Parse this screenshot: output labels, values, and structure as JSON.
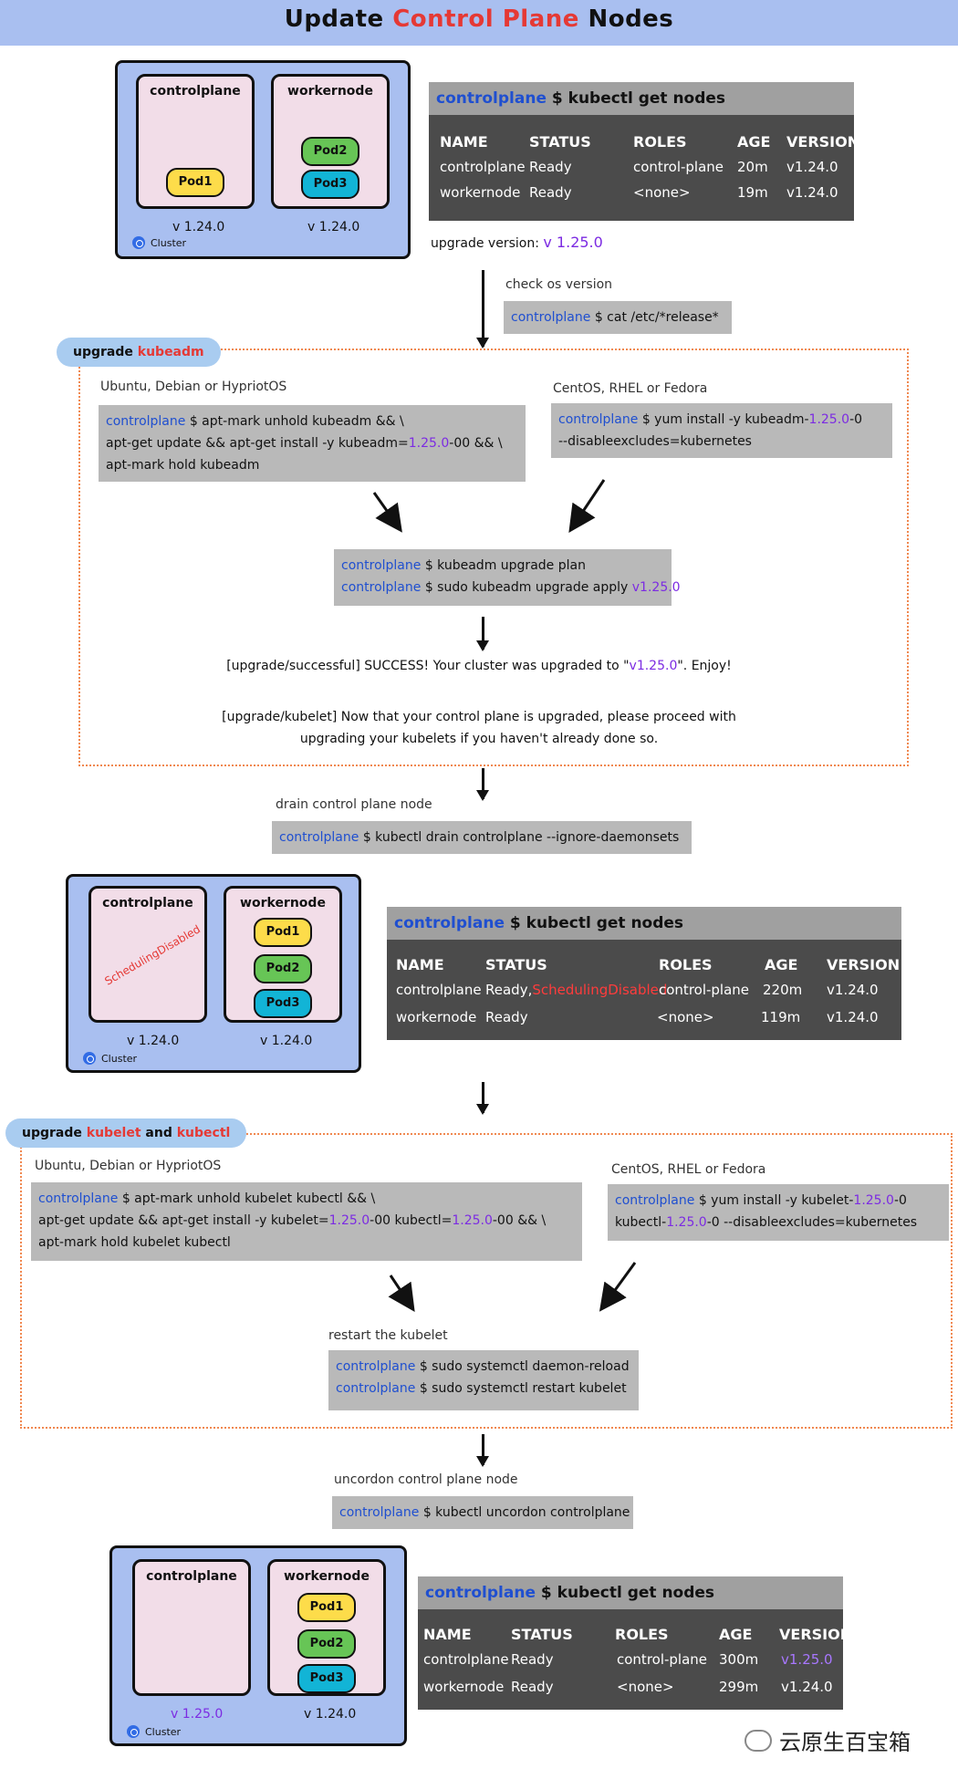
{
  "title": {
    "part1": "Update ",
    "part2": "Control Plane",
    "part3": " Nodes"
  },
  "cluster1": {
    "controlplane": "controlplane",
    "workernode": "workernode",
    "pods_cp": [
      "Pod1"
    ],
    "pods_wn": [
      "Pod2",
      "Pod3"
    ],
    "cp_version": "v 1.24.0",
    "wn_version": "v 1.24.0",
    "cluster_label": "Cluster"
  },
  "table1": {
    "prompt": "controlplane",
    "command": " $ kubectl get nodes",
    "headers": [
      "NAME",
      "STATUS",
      "ROLES",
      "AGE",
      "VERSION"
    ],
    "rows": [
      [
        "controlplane",
        "Ready",
        "control-plane",
        "20m",
        "v1.24.0"
      ],
      [
        "workernode",
        "Ready",
        "<none>",
        "19m",
        "v1.24.0"
      ]
    ]
  },
  "upgrade_version": {
    "label": "upgrade version: ",
    "value": "v 1.25.0"
  },
  "check_os": {
    "caption": "check os version",
    "prompt": "controlplane",
    "command": " $ cat /etc/*release*"
  },
  "section1": {
    "pill_prefix": "upgrade ",
    "pill_highlight": "kubeadm",
    "ubuntu_caption": "Ubuntu, Debian or HypriotOS",
    "ubuntu_cmd": {
      "prompt": "controlplane",
      "line1": " $ apt-mark unhold kubeadm && \\",
      "line2a": " apt-get update && apt-get install -y kubeadm=",
      "line2v": "1.25.0",
      "line2b": "-00 && \\",
      "line3": " apt-mark hold kubeadm"
    },
    "centos_caption": "CentOS, RHEL or Fedora",
    "centos_cmd": {
      "prompt": "controlplane",
      "line1a": " $ yum install -y kubeadm-",
      "line1v": "1.25.0",
      "line1b": "-0",
      "line2": " --disableexcludes=kubernetes"
    },
    "plan_cmd": {
      "prompt1": "controlplane",
      "cmd1": " $ kubeadm upgrade plan",
      "prompt2": "controlplane",
      "cmd2": " $ sudo kubeadm upgrade apply ",
      "cmd2v": "v1.25.0"
    },
    "success_a": "[upgrade/successful] SUCCESS! Your cluster was upgraded to \"",
    "success_v": "v1.25.0",
    "success_b": "\". Enjoy!",
    "kubelet_msg1": "[upgrade/kubelet] Now that your control plane is upgraded, please proceed with",
    "kubelet_msg2": "upgrading your kubelets if you haven't already done so."
  },
  "drain": {
    "caption": "drain control plane node",
    "prompt": "controlplane",
    "command": " $ kubectl drain controlplane --ignore-daemonsets"
  },
  "cluster2": {
    "controlplane": "controlplane",
    "workernode": "workernode",
    "sched": "SchedulingDisabled",
    "pods_wn": [
      "Pod1",
      "Pod2",
      "Pod3"
    ],
    "cp_version": "v 1.24.0",
    "wn_version": "v 1.24.0",
    "cluster_label": "Cluster"
  },
  "table2": {
    "prompt": "controlplane",
    "command": " $ kubectl get nodes",
    "headers": [
      "NAME",
      "STATUS",
      "ROLES",
      "AGE",
      "VERSION"
    ],
    "row1": {
      "name": "controlplane",
      "status_a": "Ready,",
      "status_b": "SchedulingDisabled",
      "roles": "control-plane",
      "age": "220m",
      "version": "v1.24.0"
    },
    "row2": {
      "name": "workernode",
      "status": "Ready",
      "roles": "<none>",
      "age": "119m",
      "version": "v1.24.0"
    }
  },
  "section2": {
    "pill_prefix": "upgrade ",
    "pill_h1": "kubelet",
    "pill_mid": " and ",
    "pill_h2": "kubectl",
    "ubuntu_caption": "Ubuntu, Debian or HypriotOS",
    "ubuntu_cmd": {
      "prompt": "controlplane",
      "line1": " $ apt-mark unhold kubelet kubectl && \\",
      "line2a": "apt-get update && apt-get install -y kubelet=",
      "line2v1": "1.25.0",
      "line2b": "-00 kubectl=",
      "line2v2": "1.25.0",
      "line2c": "-00 && \\",
      "line3": "apt-mark hold kubelet kubectl"
    },
    "centos_caption": "CentOS, RHEL or Fedora",
    "centos_cmd": {
      "prompt": "controlplane",
      "line1a": " $ yum install -y kubelet-",
      "line1v": "1.25.0",
      "line1b": "-0",
      "line2a": "kubectl-",
      "line2v": "1.25.0",
      "line2b": "-0 --disableexcludes=kubernetes"
    },
    "restart_caption": "restart the kubelet",
    "restart_cmd": {
      "prompt1": "controlplane",
      "cmd1": " $ sudo systemctl daemon-reload",
      "prompt2": "controlplane",
      "cmd2": " $ sudo systemctl restart kubelet"
    }
  },
  "uncordon": {
    "caption": "uncordon control plane node",
    "prompt": "controlplane",
    "command": " $ kubectl uncordon controlplane"
  },
  "cluster3": {
    "controlplane": "controlplane",
    "workernode": "workernode",
    "pods_wn": [
      "Pod1",
      "Pod2",
      "Pod3"
    ],
    "cp_version": "v 1.25.0",
    "wn_version": "v 1.24.0",
    "cluster_label": "Cluster"
  },
  "table3": {
    "prompt": "controlplane",
    "command": " $ kubectl get nodes",
    "headers": [
      "NAME",
      "STATUS",
      "ROLES",
      "AGE",
      "VERSION"
    ],
    "rows": [
      [
        "controlplane",
        "Ready",
        "control-plane",
        "300m",
        "v1.25.0"
      ],
      [
        "workernode",
        "Ready",
        "<none>",
        "299m",
        "v1.24.0"
      ]
    ]
  },
  "watermark": "云原生百宝箱",
  "colors": {
    "header_bg": "#a9bff0",
    "node_bg": "#f2dde8",
    "prompt_blue": "#1f4fd0",
    "version_purple": "#7c2be2",
    "highlight_red": "#e53935",
    "section_border": "#f08850"
  }
}
